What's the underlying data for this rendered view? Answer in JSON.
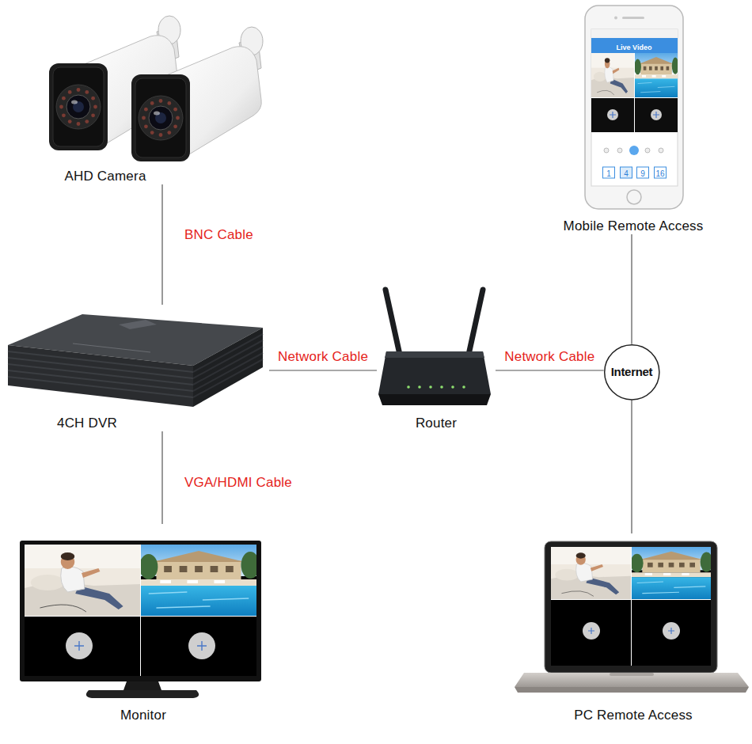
{
  "diagram": {
    "nodes": [
      {
        "text": [
          "AHD Camera"
        ]
      },
      {
        "text": [
          "Mobile Remote Access"
        ]
      },
      {
        "text": [
          "4CH DVR"
        ]
      },
      {
        "text": [
          "Router"
        ]
      },
      {
        "text": [
          "Internet"
        ]
      },
      {
        "text": [
          "Monitor"
        ]
      },
      {
        "text": [
          "PC Remote Access"
        ]
      }
    ],
    "edges": [
      {
        "from": 0,
        "to": 2,
        "label": "BNC Cable",
        "arrow": "none"
      },
      {
        "from": 2,
        "to": 3,
        "label": "Network Cable",
        "arrow": "none"
      },
      {
        "from": 3,
        "to": 4,
        "label": "Network Cable",
        "arrow": "none"
      },
      {
        "from": 4,
        "to": 1,
        "arrow": "none"
      },
      {
        "from": 4,
        "to": 6,
        "arrow": "none"
      },
      {
        "from": 2,
        "to": 5,
        "label": "VGA/HDMI Cable",
        "arrow": "none"
      }
    ],
    "labels": [
      "Live Video",
      "1",
      "4",
      "9",
      "16"
    ]
  }
}
